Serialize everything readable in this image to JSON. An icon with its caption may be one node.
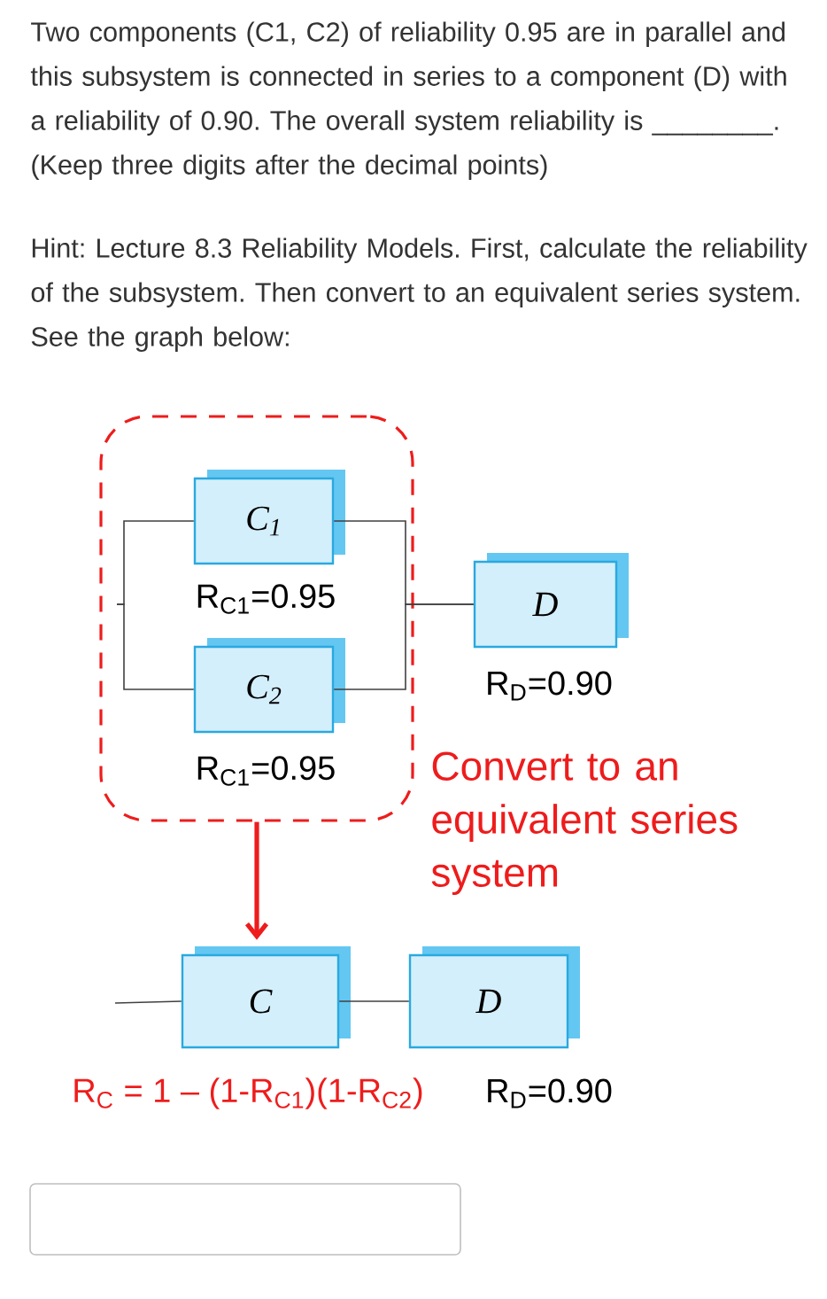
{
  "diagram": {
    "nodes": [
      {
        "text": [],
        "shape": "box"
      },
      {
        "text": [
          "C$_{1}$"
        ],
        "in": 0,
        "beside": [
          "R$_{C1}$=0.95"
        ]
      },
      {
        "text": [
          "C$_{2}$"
        ],
        "in": 0,
        "beside": [
          "R$_{C1}$=0.95"
        ]
      },
      {
        "text": [
          "D"
        ],
        "beside": [
          "R$_{D}$=0.90"
        ]
      },
      {
        "text": [
          "C"
        ],
        "beside": [
          "R$_{C}$ = 1 – (1-R$_{C1}$)(1-R$_{C2}$)"
        ]
      },
      {
        "text": [
          "D"
        ],
        "beside": [
          "R$_{D}$=0.90"
        ]
      }
    ],
    "edges": [
      {
        "from": null,
        "to": 1,
        "arrow": "none"
      },
      {
        "from": null,
        "to": 2,
        "arrow": "none"
      },
      {
        "from": 1,
        "to": 3,
        "arrow": "none"
      },
      {
        "from": 2,
        "to": 3,
        "arrow": "none"
      },
      {
        "from": 0,
        "to": 4,
        "arrow": "to",
        "label": "Convert to an equivalent series system",
        "style": "thick",
        "color": "#ee1c1c"
      },
      {
        "from": null,
        "to": 4,
        "arrow": "none"
      },
      {
        "from": 4,
        "to": 5,
        "arrow": "none"
      }
    ],
    "labels": [
      "Two components (C1, C2) of reliability 0.95 are in parallel and this subsystem is connected in series to a component (D) with a reliability of 0.90. The overall system reliability is ________. (Keep three digits after the decimal points)",
      "Hint: Lecture 8.3 Reliability Models. First, calculate the reliability of the subsystem. Then convert to an equivalent series system. See the graph below:"
    ]
  }
}
